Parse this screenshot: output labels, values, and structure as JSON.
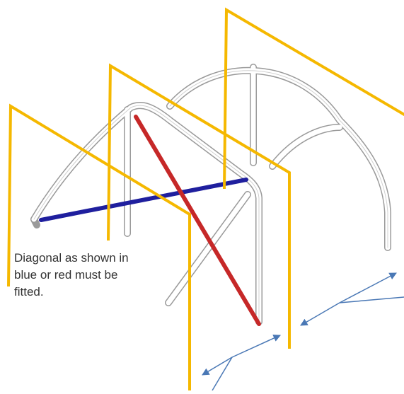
{
  "caption": {
    "lines": [
      "Diagonal as shown in",
      "blue or red must be",
      "fitted."
    ]
  },
  "colors": {
    "background": "#ffffff",
    "cage_tube_outline": "#9a9a9a",
    "cage_tube_fill": "#ffffff",
    "diagonal_blue": "#1f1f9e",
    "diagonal_red": "#c62828",
    "plane_lines": "#f5b800",
    "pointer_arrows": "#4a78b5",
    "caption_text": "#333333"
  },
  "icons": {
    "pointer": "arrowhead"
  }
}
